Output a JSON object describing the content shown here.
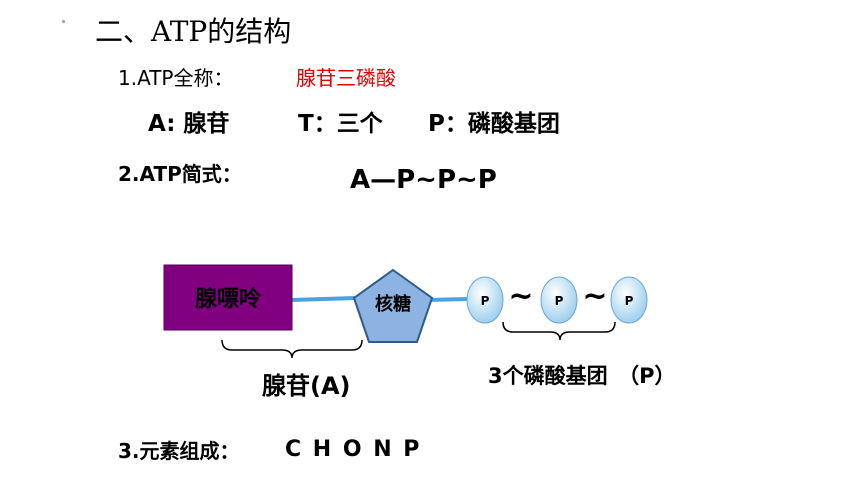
{
  "heading": "二、ATP的结构",
  "item1": {
    "label": "1.ATP全称：",
    "value": "腺苷三磷酸"
  },
  "abbrev": {
    "a": "A:  腺苷",
    "t": "T：三个",
    "p": "P：磷酸基团"
  },
  "item2": {
    "label": "2.ATP简式：",
    "formula": "A—P~P~P"
  },
  "diagram": {
    "adenine": "腺嘌呤",
    "ribose": "核糖",
    "phosphate": "P",
    "tilde": "~",
    "adenosine_caption": "腺苷(A)",
    "phosphate_caption": "3个磷酸基团　（P）"
  },
  "item3": {
    "label": "3.元素组成：",
    "value": "C H O N P"
  },
  "colors": {
    "adenine_fill": "#800080",
    "ribose_fill": "#8db3e2",
    "phosphate_fill": "#bfe0f5",
    "bond": "#4aa3e0",
    "highlight": "#e60000"
  }
}
